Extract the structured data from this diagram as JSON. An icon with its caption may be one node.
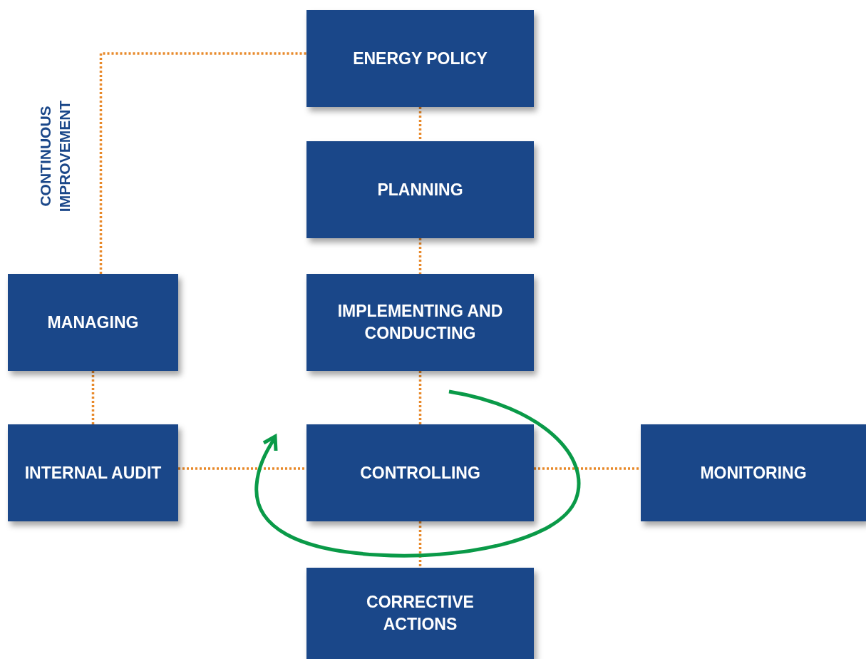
{
  "diagram": {
    "nodes": [
      {
        "text": [
          "ENERGY POLICY"
        ]
      },
      {
        "text": [
          "PLANNING"
        ]
      },
      {
        "text": [
          "IMPLEMENTING AND CONDUCTING"
        ]
      },
      {
        "text": [
          "MANAGING"
        ]
      },
      {
        "text": [
          "INTERNAL AUDIT"
        ]
      },
      {
        "text": [
          "CONTROLLING"
        ]
      },
      {
        "text": [
          "MONITORING"
        ]
      },
      {
        "text": [
          "CORRECTIVE ACTIONS"
        ]
      }
    ],
    "edges": [
      {
        "from": 0,
        "to": 1,
        "arrow": "none",
        "style": "dashed"
      },
      {
        "from": 1,
        "to": 2,
        "arrow": "none",
        "style": "dashed"
      },
      {
        "from": 2,
        "to": 5,
        "arrow": "none",
        "style": "dashed"
      },
      {
        "from": 5,
        "to": 7,
        "arrow": "none",
        "style": "dashed"
      },
      {
        "from": 4,
        "to": 5,
        "arrow": "none",
        "style": "dashed"
      },
      {
        "from": 5,
        "to": 6,
        "arrow": "none",
        "style": "dashed"
      },
      {
        "from": 3,
        "to": 4,
        "arrow": "none",
        "style": "dashed"
      },
      {
        "from": 3,
        "to": 0,
        "arrow": "none",
        "style": "dashed"
      }
    ],
    "labels": [
      "CONTINUOUS IMPROVEMENT"
    ]
  }
}
